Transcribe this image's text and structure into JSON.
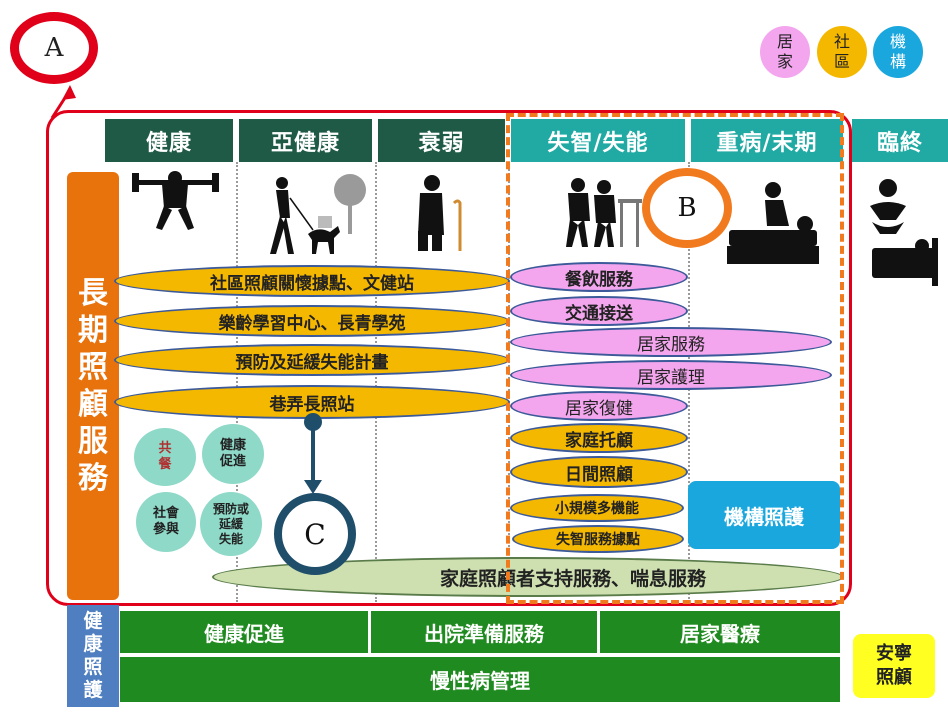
{
  "marker_a": "A",
  "marker_b": "B",
  "marker_c": "C",
  "legend": [
    {
      "label": "居\n家",
      "color": "#f3a6ee"
    },
    {
      "label": "社\n區",
      "color": "#f5b800"
    },
    {
      "label": "機\n構",
      "color": "#1aa7de"
    }
  ],
  "stages": [
    "健康",
    "亞健康",
    "衰弱",
    "失智/失能",
    "重病/末期",
    "臨終"
  ],
  "ltc_label": "長期照顧服務",
  "ltc_chars": [
    "長",
    "期",
    "照",
    "顧",
    "服",
    "務"
  ],
  "community_services": [
    "社區照顧關懷據點、文健站",
    "樂齡學習中心、長青學苑",
    "預防及延緩失能計畫",
    "巷弄長照站"
  ],
  "small_circles": [
    {
      "label": "共\n餐",
      "tone": "red"
    },
    {
      "label": "健康\n促進",
      "tone": "dark"
    },
    {
      "label": "社會\n參與",
      "tone": "dark"
    },
    {
      "label": "預防或\n延緩\n失能",
      "tone": "dark"
    }
  ],
  "care_services": [
    "餐飲服務",
    "交通接送",
    "居家服務",
    "居家護理",
    "居家復健",
    "家庭托顧",
    "日間照顧",
    "小規模多機能",
    "失智服務據點"
  ],
  "institutional_care": "機構照護",
  "family_support": "家庭照顧者支持服務、喘息服務",
  "health_care_label": "健康照護",
  "health_care_chars": [
    "健",
    "康",
    "照",
    "護"
  ],
  "health_bars": [
    "健康促進",
    "出院準備服務",
    "居家醫療",
    "慢性病管理"
  ],
  "hospice": "安寧\n照顧",
  "colors": {
    "dark_green_header": "#1f5a46",
    "teal_header": "#21aaa4",
    "orange_label": "#e8720c",
    "frame_red": "#e0001a",
    "dashed_orange": "#f27a1e",
    "institution_blue": "#1aa7de",
    "health_blue": "#4f7fc0",
    "bar_green": "#1f8a1f",
    "hospice_yellow": "#ffff22"
  }
}
